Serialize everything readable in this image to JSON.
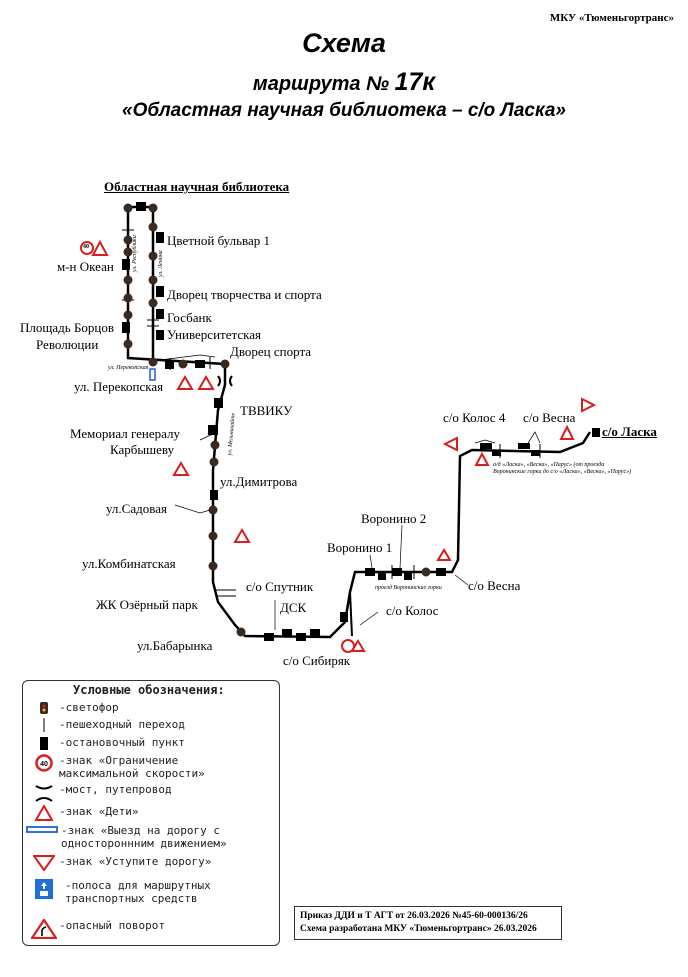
{
  "header": {
    "organization": "МКУ «Тюменьгортранс»",
    "title": "Схема",
    "route_prefix": "маршрута №",
    "route_number": "17к",
    "route_name": "«Областная научная библиотека – с/о Ласка»"
  },
  "map": {
    "start_terminal": "Областная научная библиотека",
    "end_terminal": "с/о Ласка",
    "stops": {
      "tsvetnoy": "Цветной бульвар 1",
      "okean": "м-н Океан",
      "dvorets_tvorchestva": "Дворец творчества и спорта",
      "gosbank": "Госбанк",
      "universitetskaya": "Университетская",
      "ploshchad_1": "Площадь Борцов",
      "ploshchad_2": "Революции",
      "dvorets_sporta": "Дворец спорта",
      "perekopskaya": "ул. Перекопская",
      "tvviku": "ТВВИКУ",
      "karbyshev_1": "Мемориал генералу",
      "karbyshev_2": "Карбышеву",
      "dimitrova": "ул.Димитрова",
      "sadovaya": "ул.Садовая",
      "kombinatskaya": "ул.Комбинатская",
      "ozerny": "ЖК Озёрный парк",
      "babarynka": "ул.Бабарынка",
      "sputnik": "с/о Спутник",
      "dsk": "ДСК",
      "sibiryak": "с/о Сибиряк",
      "kolos": "с/о Колос",
      "voronino1": "Воронино 1",
      "voronino2": "Воронино 2",
      "vesna_lower": "с/о Весна",
      "kolos4": "с/о Колос 4",
      "vesna_upper": "с/о Весна"
    },
    "streets": {
      "respubliki": "ул. Республики",
      "lenina": "ул. Ленина",
      "perekopskaya": "ул. Перекопская",
      "melnikaite": "ул. Мельникайте",
      "voroninskie": "проезд Воронинские горки",
      "road_note_1": "а/д «Ласка», «Весна», «Парус» (от проезда",
      "road_note_2": "Воронинские горки до с/о «Ласка», «Весна», «Парус»)"
    },
    "speed_limit": "40"
  },
  "legend": {
    "title": "Условные обозначения:",
    "items": [
      {
        "icon": "traffic-light-icon",
        "text": "-светофор"
      },
      {
        "icon": "crosswalk-icon",
        "text": "-пешеходный переход"
      },
      {
        "icon": "bus-stop-icon",
        "text": "-остановочный пункт"
      },
      {
        "icon": "speed-limit-icon",
        "text": "-знак «Ограничение максимальной скорости»"
      },
      {
        "icon": "bridge-icon",
        "text": "-мост, путепровод"
      },
      {
        "icon": "children-sign-icon",
        "text": "-знак «Дети»"
      },
      {
        "icon": "one-way-exit-icon",
        "text": "-знак «Выезд на дорогу с одностороннним движением»"
      },
      {
        "icon": "yield-sign-icon",
        "text": "-знак «Уступите дорогу»"
      },
      {
        "icon": "bus-lane-icon",
        "text": "-полоса для маршрутных транспортных средств"
      },
      {
        "icon": "dangerous-turn-icon",
        "text": "-опасный поворот"
      }
    ]
  },
  "footer": {
    "order": "Приказ ДДИ и Т АГТ от 26.03.2026 №45-60-000136/26",
    "developed": "Схема разработана МКУ «Тюменьгортранс» 26.03.2026"
  },
  "colors": {
    "sign_red": "#d81e1e",
    "sign_blue": "#1f5fd6",
    "route": "#000000"
  }
}
